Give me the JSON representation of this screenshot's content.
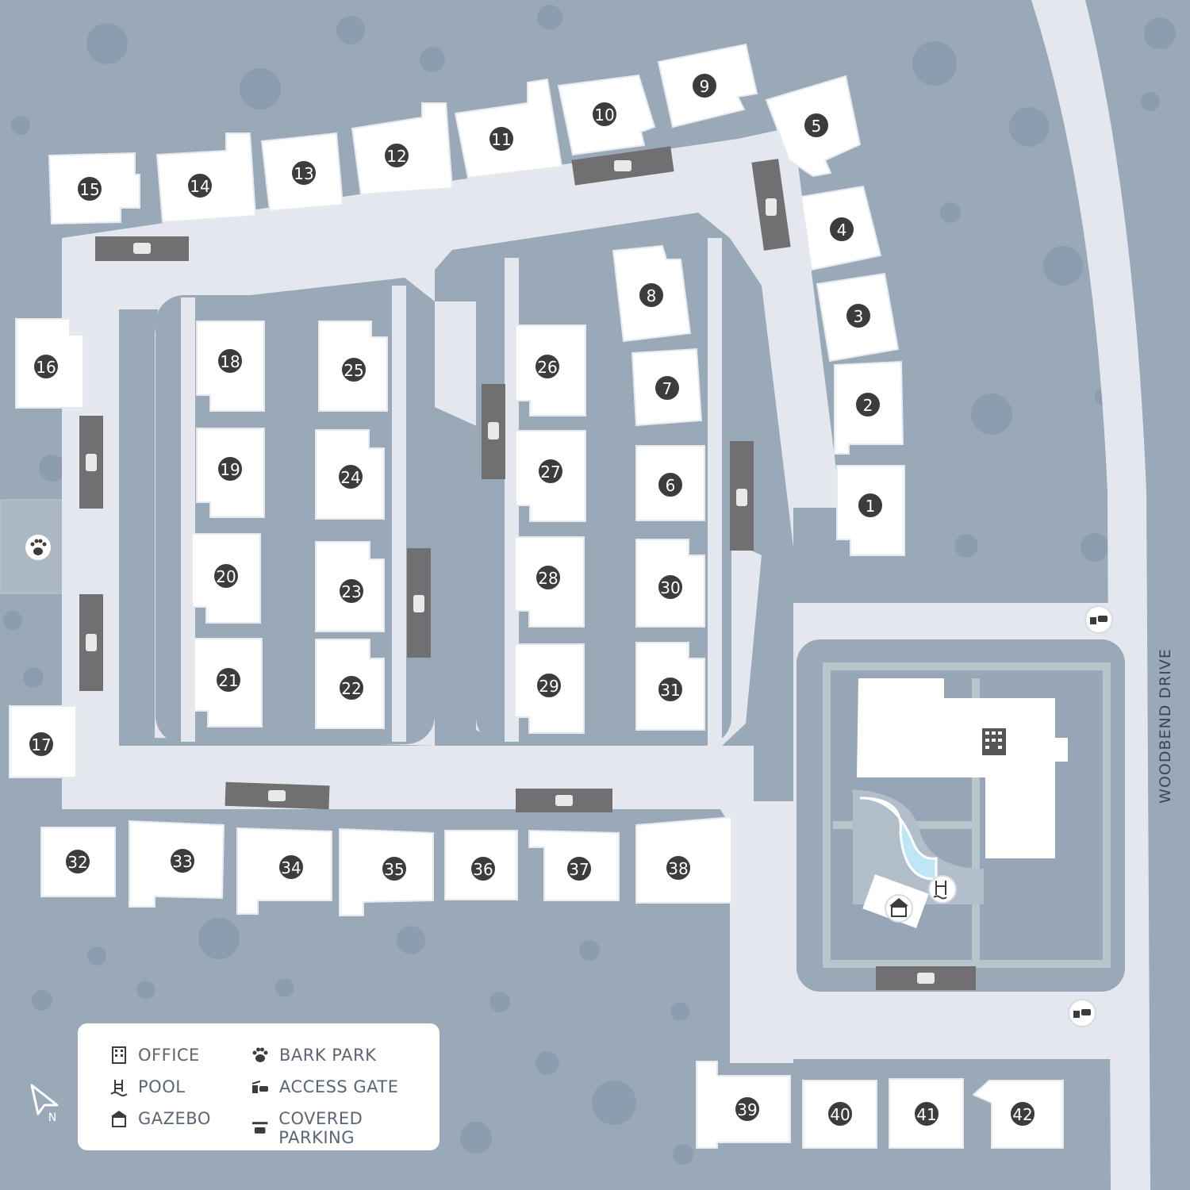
{
  "map": {
    "road_label": "WOODBEND DRIVE",
    "north_label": "N",
    "colors": {
      "background": "#9aa9b8",
      "road": "#e4e8ee",
      "building": "#ffffff",
      "badge": "#3c3c3c",
      "covered_parking": "#716f71",
      "pool": "#bfe6f3",
      "sidewalk": "#b8c6cc"
    },
    "buildings": [
      {
        "number": "1"
      },
      {
        "number": "2"
      },
      {
        "number": "3"
      },
      {
        "number": "4"
      },
      {
        "number": "5"
      },
      {
        "number": "6"
      },
      {
        "number": "7"
      },
      {
        "number": "8"
      },
      {
        "number": "9"
      },
      {
        "number": "10"
      },
      {
        "number": "11"
      },
      {
        "number": "12"
      },
      {
        "number": "13"
      },
      {
        "number": "14"
      },
      {
        "number": "15"
      },
      {
        "number": "16"
      },
      {
        "number": "17"
      },
      {
        "number": "18"
      },
      {
        "number": "19"
      },
      {
        "number": "20"
      },
      {
        "number": "21"
      },
      {
        "number": "22"
      },
      {
        "number": "23"
      },
      {
        "number": "24"
      },
      {
        "number": "25"
      },
      {
        "number": "26"
      },
      {
        "number": "27"
      },
      {
        "number": "28"
      },
      {
        "number": "29"
      },
      {
        "number": "30"
      },
      {
        "number": "31"
      },
      {
        "number": "32"
      },
      {
        "number": "33"
      },
      {
        "number": "34"
      },
      {
        "number": "35"
      },
      {
        "number": "36"
      },
      {
        "number": "37"
      },
      {
        "number": "38"
      },
      {
        "number": "39"
      },
      {
        "number": "40"
      },
      {
        "number": "41"
      },
      {
        "number": "42"
      }
    ],
    "amenities": [
      "office-icon",
      "pool-icon",
      "gazebo-icon",
      "bark-park-icon",
      "access-gate-icon",
      "covered-parking-icon"
    ]
  },
  "legend": {
    "office": "OFFICE",
    "pool": "POOL",
    "gazebo": "GAZEBO",
    "bark_park": "BARK PARK",
    "access_gate": "ACCESS GATE",
    "covered_parking": "COVERED PARKING"
  }
}
